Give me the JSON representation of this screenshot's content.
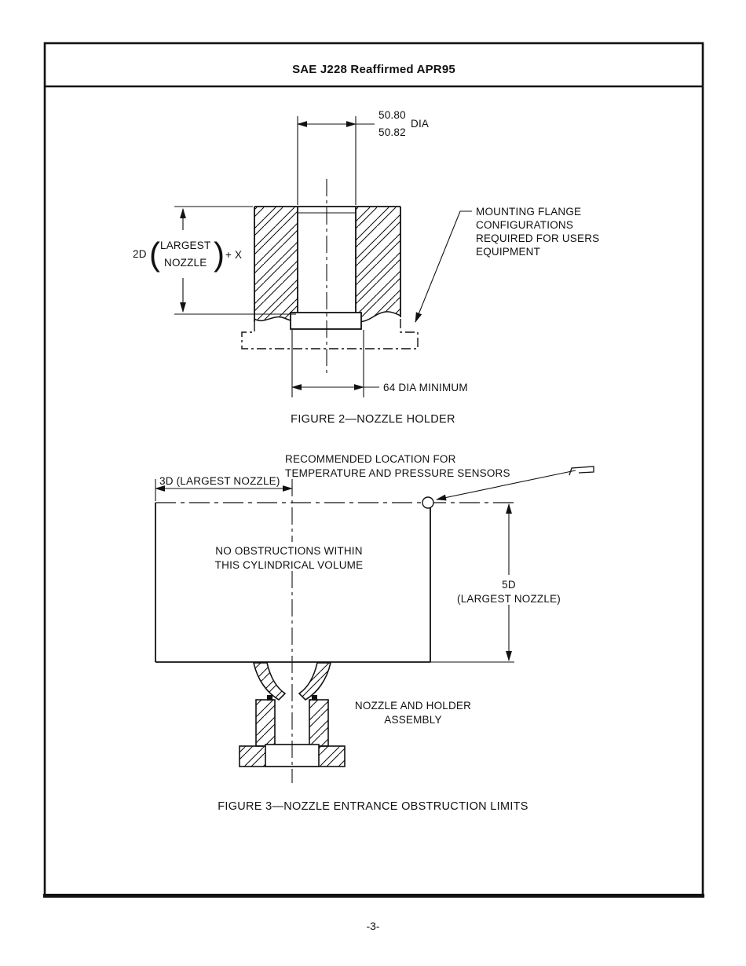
{
  "page": {
    "header_title": "SAE J228 Reaffirmed APR95",
    "page_number": "-3-"
  },
  "colors": {
    "ink": "#111111",
    "paper": "#ffffff"
  },
  "figure2": {
    "caption": "FIGURE 2—NOZZLE HOLDER",
    "dia_value_upper": "50.80",
    "dia_value_lower": "50.82",
    "dia_label": "DIA",
    "depth_prefix": "2D",
    "depth_paren_open": "(",
    "depth_line1": "LARGEST",
    "depth_line2": "NOZZLE",
    "depth_paren_close": ")",
    "depth_suffix": "+ X",
    "flange_note_line1": "MOUNTING FLANGE",
    "flange_note_line2": "CONFIGURATIONS",
    "flange_note_line3": "REQUIRED FOR USERS",
    "flange_note_line4": "EQUIPMENT",
    "min_dia_label": "64 DIA MINIMUM"
  },
  "figure3": {
    "caption": "FIGURE 3—NOZZLE ENTRANCE OBSTRUCTION LIMITS",
    "sensor_note_line1": "RECOMMENDED LOCATION FOR",
    "sensor_note_line2": "TEMPERATURE AND PRESSURE SENSORS",
    "width_dim_label": "3D (LARGEST NOZZLE)",
    "volume_note_line1": "NO OBSTRUCTIONS WITHIN",
    "volume_note_line2": "THIS CYLINDRICAL VOLUME",
    "height_dim_line1": "5D",
    "height_dim_line2": "(LARGEST NOZZLE)",
    "assembly_note_line1": "NOZZLE AND HOLDER",
    "assembly_note_line2": "ASSEMBLY"
  }
}
